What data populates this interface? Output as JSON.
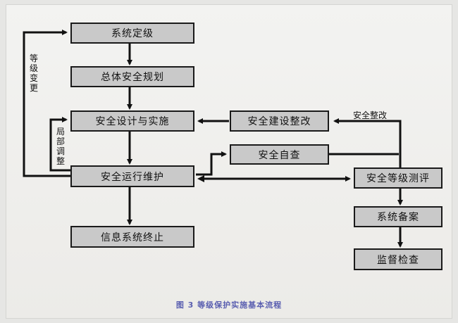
{
  "boxes": {
    "grading": "系统定级",
    "overall_planning": "总体安全规划",
    "design_implementation": "安全设计与实施",
    "operation_maintenance": "安全运行维护",
    "termination": "信息系统终止",
    "rectification": "安全建设整改",
    "self_inspection": "安全自查",
    "evaluation": "安全等级测评",
    "filing": "系统备案",
    "supervision": "监督检查"
  },
  "labels": {
    "level_change": "等级变更",
    "local_adjustment": "局部调整",
    "security_rectification": "安全整改"
  },
  "caption": "图 3 等级保护实施基本流程",
  "colors": {
    "box_fill": "#c9c9c9",
    "line": "#111111",
    "caption": "#5a5fb0"
  }
}
